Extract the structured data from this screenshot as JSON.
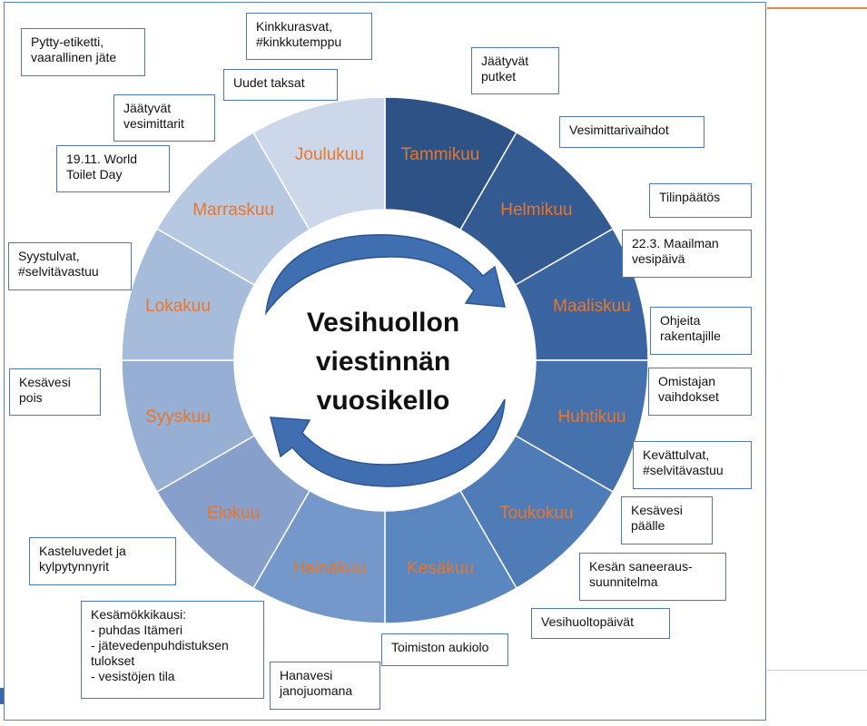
{
  "center_title": [
    "Vesihuollon",
    "viestinnän",
    "vuosikello"
  ],
  "months": [
    "Tammikuu",
    "Helmikuu",
    "Maaliskuu",
    "Huhtikuu",
    "Toukokuu",
    "Kesäkuu",
    "Heinäkuu",
    "Elokuu",
    "Syyskuu",
    "Lokakuu",
    "Marraskuu",
    "Joulukuu"
  ],
  "month_colors": [
    "#2d5285",
    "#335b92",
    "#3a65a0",
    "#4571ad",
    "#4f7cb7",
    "#5b87c0",
    "#7498c9",
    "#879fcb",
    "#97afd3",
    "#a7bcdb",
    "#b7c9e2",
    "#ccd8ea"
  ],
  "notes": {
    "pytty": "Pytty-etiketti,\nvaarallinen jäte",
    "kinkku": "Kinkkurasvat,\n#kinkkutemppu",
    "uudet_taksat": "Uudet taksat",
    "jaatyvat_putket": "Jäätyvät\nputket",
    "jaatyvat_vesimittarit": "Jäätyvät\nvesimittarit",
    "vesimittarivaihdot": "Vesimittarivaihdot",
    "world_toilet": "19.11. World\nToilet Day",
    "tilinpaatos": "Tilinpäätös",
    "vesipaiva": "22.3. Maailman\nvesipäivä",
    "syystulvat": "Syystulvat,\n#selvitävastuu",
    "ohjeita": "Ohjeita\nrakentajille",
    "kesavesi_pois": "Kesävesi\npois",
    "omistajan": "Omistajan\nvaihdokset",
    "kevattulvat": "Kevättulvat,\n#selvitävastuu",
    "kesavesi_paalle": "Kesävesi\npäälle",
    "kastelu": "Kasteluvedet ja\nkylpytynnyrit",
    "saneeraus": "Kesän saneeraus-\nsuunnitelma",
    "mokkikausi": "Kesämökkikausi:\n- puhdas Itämeri\n- jätevedenpuhdistuksen\ntulokset\n- vesistöjen tila",
    "vesihuoltopaivat": "Vesihuoltopäivät",
    "toimiston": "Toimiston aukiolo",
    "hanavesi": "Hanavesi\njanojuomana"
  }
}
